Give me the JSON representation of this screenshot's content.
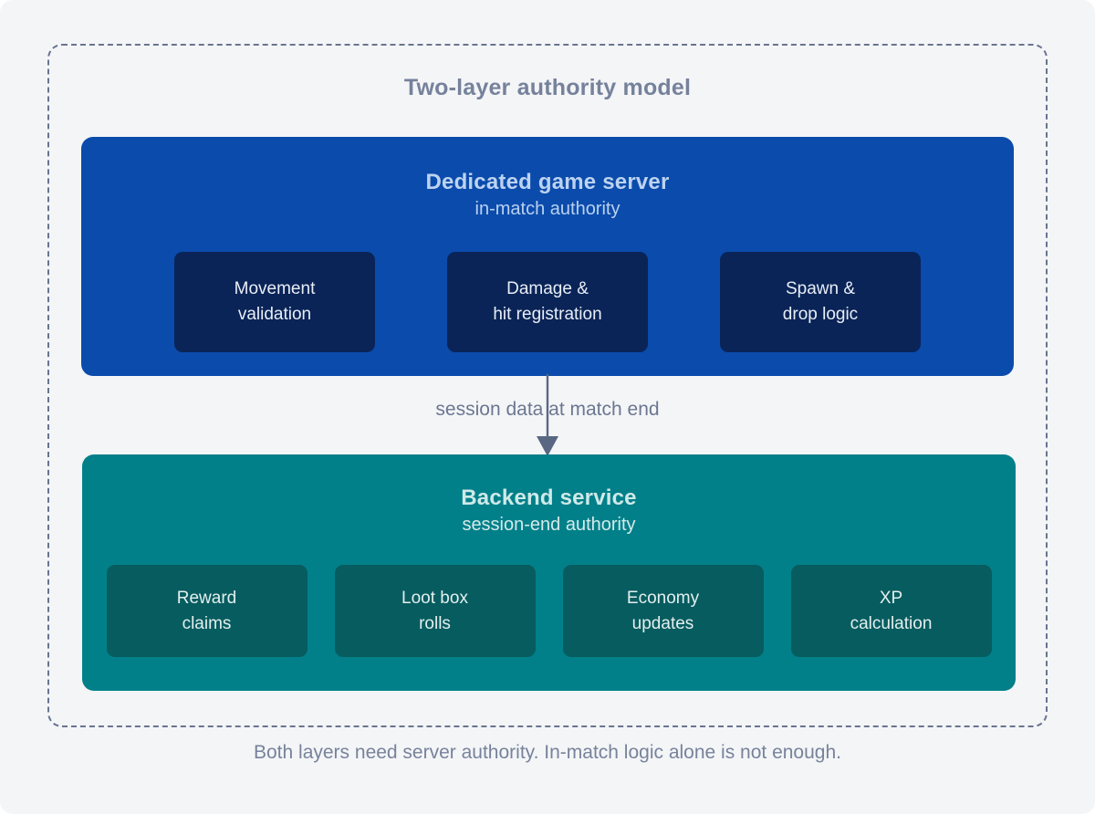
{
  "diagram": {
    "title": "Two-layer authority model",
    "caption": "Both layers need server authority. In-match logic alone is not enough.",
    "connector_label": "session data at match end",
    "colors": {
      "background": "#f4f5f7",
      "frame_border": "#68748f",
      "title_text": "#76829c",
      "server_panel": "#0b4bac",
      "server_chip": "#0a2457",
      "backend_panel": "#028089",
      "backend_chip": "#075c5f",
      "connector": "#5a6783",
      "caption_text": "#77839b"
    },
    "layers": [
      {
        "id": "server",
        "heading": "Dedicated game server",
        "subheading": "in-match authority",
        "chips": [
          {
            "line1": "Movement",
            "line2": "validation"
          },
          {
            "line1": "Damage &",
            "line2": "hit registration"
          },
          {
            "line1": "Spawn &",
            "line2": "drop logic"
          }
        ]
      },
      {
        "id": "backend",
        "heading": "Backend service",
        "subheading": "session-end authority",
        "chips": [
          {
            "line1": "Reward",
            "line2": "claims"
          },
          {
            "line1": "Loot box",
            "line2": "rolls"
          },
          {
            "line1": "Economy",
            "line2": "updates"
          },
          {
            "line1": "XP",
            "line2": "calculation"
          }
        ]
      }
    ]
  }
}
